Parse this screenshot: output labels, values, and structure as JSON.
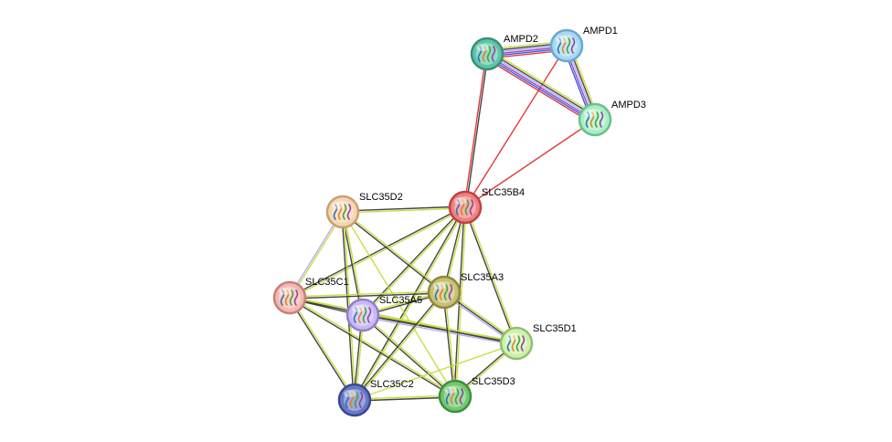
{
  "network": {
    "nodes": [
      {
        "id": "SLC35B4",
        "label": "SLC35B4",
        "color": "#f08080",
        "stroke": "#c04040"
      },
      {
        "id": "AMPD2",
        "label": "AMPD2",
        "color": "#5cc6a8",
        "stroke": "#3a8f78"
      },
      {
        "id": "AMPD1",
        "label": "AMPD1",
        "color": "#a8d8f4",
        "stroke": "#6aa9cc"
      },
      {
        "id": "AMPD3",
        "label": "AMPD3",
        "color": "#a8efc4",
        "stroke": "#6cbf8e"
      },
      {
        "id": "SLC35D2",
        "label": "SLC35D2",
        "color": "#f6d6b0",
        "stroke": "#c8a070"
      },
      {
        "id": "SLC35C1",
        "label": "SLC35C1",
        "color": "#f4b8b0",
        "stroke": "#c88078"
      },
      {
        "id": "SLC35A5",
        "label": "SLC35A5",
        "color": "#c8b8f4",
        "stroke": "#9080c8"
      },
      {
        "id": "SLC35A3",
        "label": "SLC35A3",
        "color": "#c8c070",
        "stroke": "#8e8840"
      },
      {
        "id": "SLC35D1",
        "label": "SLC35D1",
        "color": "#d0f0a8",
        "stroke": "#90c070"
      },
      {
        "id": "SLC35C2",
        "label": "SLC35C2",
        "color": "#6878c8",
        "stroke": "#3a4890"
      },
      {
        "id": "SLC35D3",
        "label": "SLC35D3",
        "color": "#70c870",
        "stroke": "#3e8e3e"
      }
    ],
    "edge_colors": {
      "textmining": "#c8dc3c",
      "coexpression": "#3a3a3a",
      "homology": "#b0a8f0",
      "experiments": "#e03030",
      "database": "#3cb4e0",
      "purple": "#9040c0",
      "blue": "#3050e0"
    },
    "edges": [
      {
        "a": "SLC35B4",
        "b": "AMPD2",
        "types": [
          "experiments",
          "coexpression"
        ]
      },
      {
        "a": "SLC35B4",
        "b": "AMPD1",
        "types": [
          "experiments"
        ]
      },
      {
        "a": "SLC35B4",
        "b": "AMPD3",
        "types": [
          "experiments"
        ]
      },
      {
        "a": "AMPD2",
        "b": "AMPD1",
        "types": [
          "textmining",
          "coexpression",
          "homology",
          "purple",
          "blue",
          "experiments"
        ]
      },
      {
        "a": "AMPD2",
        "b": "AMPD3",
        "types": [
          "textmining",
          "coexpression",
          "homology",
          "purple",
          "blue",
          "experiments"
        ]
      },
      {
        "a": "AMPD1",
        "b": "AMPD3",
        "types": [
          "textmining",
          "coexpression",
          "homology",
          "purple",
          "blue"
        ]
      },
      {
        "a": "SLC35B4",
        "b": "SLC35D2",
        "types": [
          "textmining",
          "coexpression"
        ]
      },
      {
        "a": "SLC35B4",
        "b": "SLC35C1",
        "types": [
          "textmining",
          "coexpression"
        ]
      },
      {
        "a": "SLC35B4",
        "b": "SLC35A5",
        "types": [
          "textmining",
          "coexpression"
        ]
      },
      {
        "a": "SLC35B4",
        "b": "SLC35A3",
        "types": [
          "textmining",
          "coexpression"
        ]
      },
      {
        "a": "SLC35B4",
        "b": "SLC35D1",
        "types": [
          "textmining",
          "coexpression"
        ]
      },
      {
        "a": "SLC35B4",
        "b": "SLC35C2",
        "types": [
          "textmining",
          "coexpression"
        ]
      },
      {
        "a": "SLC35B4",
        "b": "SLC35D3",
        "types": [
          "textmining",
          "coexpression"
        ]
      },
      {
        "a": "SLC35D2",
        "b": "SLC35C1",
        "types": [
          "textmining",
          "homology"
        ]
      },
      {
        "a": "SLC35D2",
        "b": "SLC35A5",
        "types": [
          "textmining",
          "coexpression"
        ]
      },
      {
        "a": "SLC35D2",
        "b": "SLC35A3",
        "types": [
          "textmining",
          "coexpression"
        ]
      },
      {
        "a": "SLC35D2",
        "b": "SLC35C2",
        "types": [
          "textmining",
          "coexpression"
        ]
      },
      {
        "a": "SLC35D2",
        "b": "SLC35D3",
        "types": [
          "textmining"
        ]
      },
      {
        "a": "SLC35C1",
        "b": "SLC35A5",
        "types": [
          "textmining",
          "coexpression"
        ]
      },
      {
        "a": "SLC35C1",
        "b": "SLC35A3",
        "types": [
          "textmining",
          "coexpression"
        ]
      },
      {
        "a": "SLC35C1",
        "b": "SLC35D1",
        "types": [
          "textmining",
          "coexpression"
        ]
      },
      {
        "a": "SLC35C1",
        "b": "SLC35C2",
        "types": [
          "textmining",
          "coexpression"
        ]
      },
      {
        "a": "SLC35C1",
        "b": "SLC35D3",
        "types": [
          "textmining",
          "coexpression"
        ]
      },
      {
        "a": "SLC35A5",
        "b": "SLC35A3",
        "types": [
          "textmining",
          "coexpression"
        ]
      },
      {
        "a": "SLC35A5",
        "b": "SLC35D1",
        "types": [
          "textmining",
          "coexpression",
          "homology"
        ]
      },
      {
        "a": "SLC35A5",
        "b": "SLC35C2",
        "types": [
          "textmining",
          "coexpression"
        ]
      },
      {
        "a": "SLC35A5",
        "b": "SLC35D3",
        "types": [
          "textmining",
          "coexpression"
        ]
      },
      {
        "a": "SLC35A3",
        "b": "SLC35D1",
        "types": [
          "textmining",
          "coexpression",
          "homology"
        ]
      },
      {
        "a": "SLC35A3",
        "b": "SLC35C2",
        "types": [
          "textmining",
          "coexpression"
        ]
      },
      {
        "a": "SLC35A3",
        "b": "SLC35D3",
        "types": [
          "textmining",
          "coexpression"
        ]
      },
      {
        "a": "SLC35D1",
        "b": "SLC35D3",
        "types": [
          "textmining",
          "coexpression"
        ]
      },
      {
        "a": "SLC35D1",
        "b": "SLC35C2",
        "types": [
          "textmining"
        ]
      },
      {
        "a": "SLC35C2",
        "b": "SLC35D3",
        "types": [
          "textmining",
          "coexpression"
        ]
      }
    ]
  }
}
